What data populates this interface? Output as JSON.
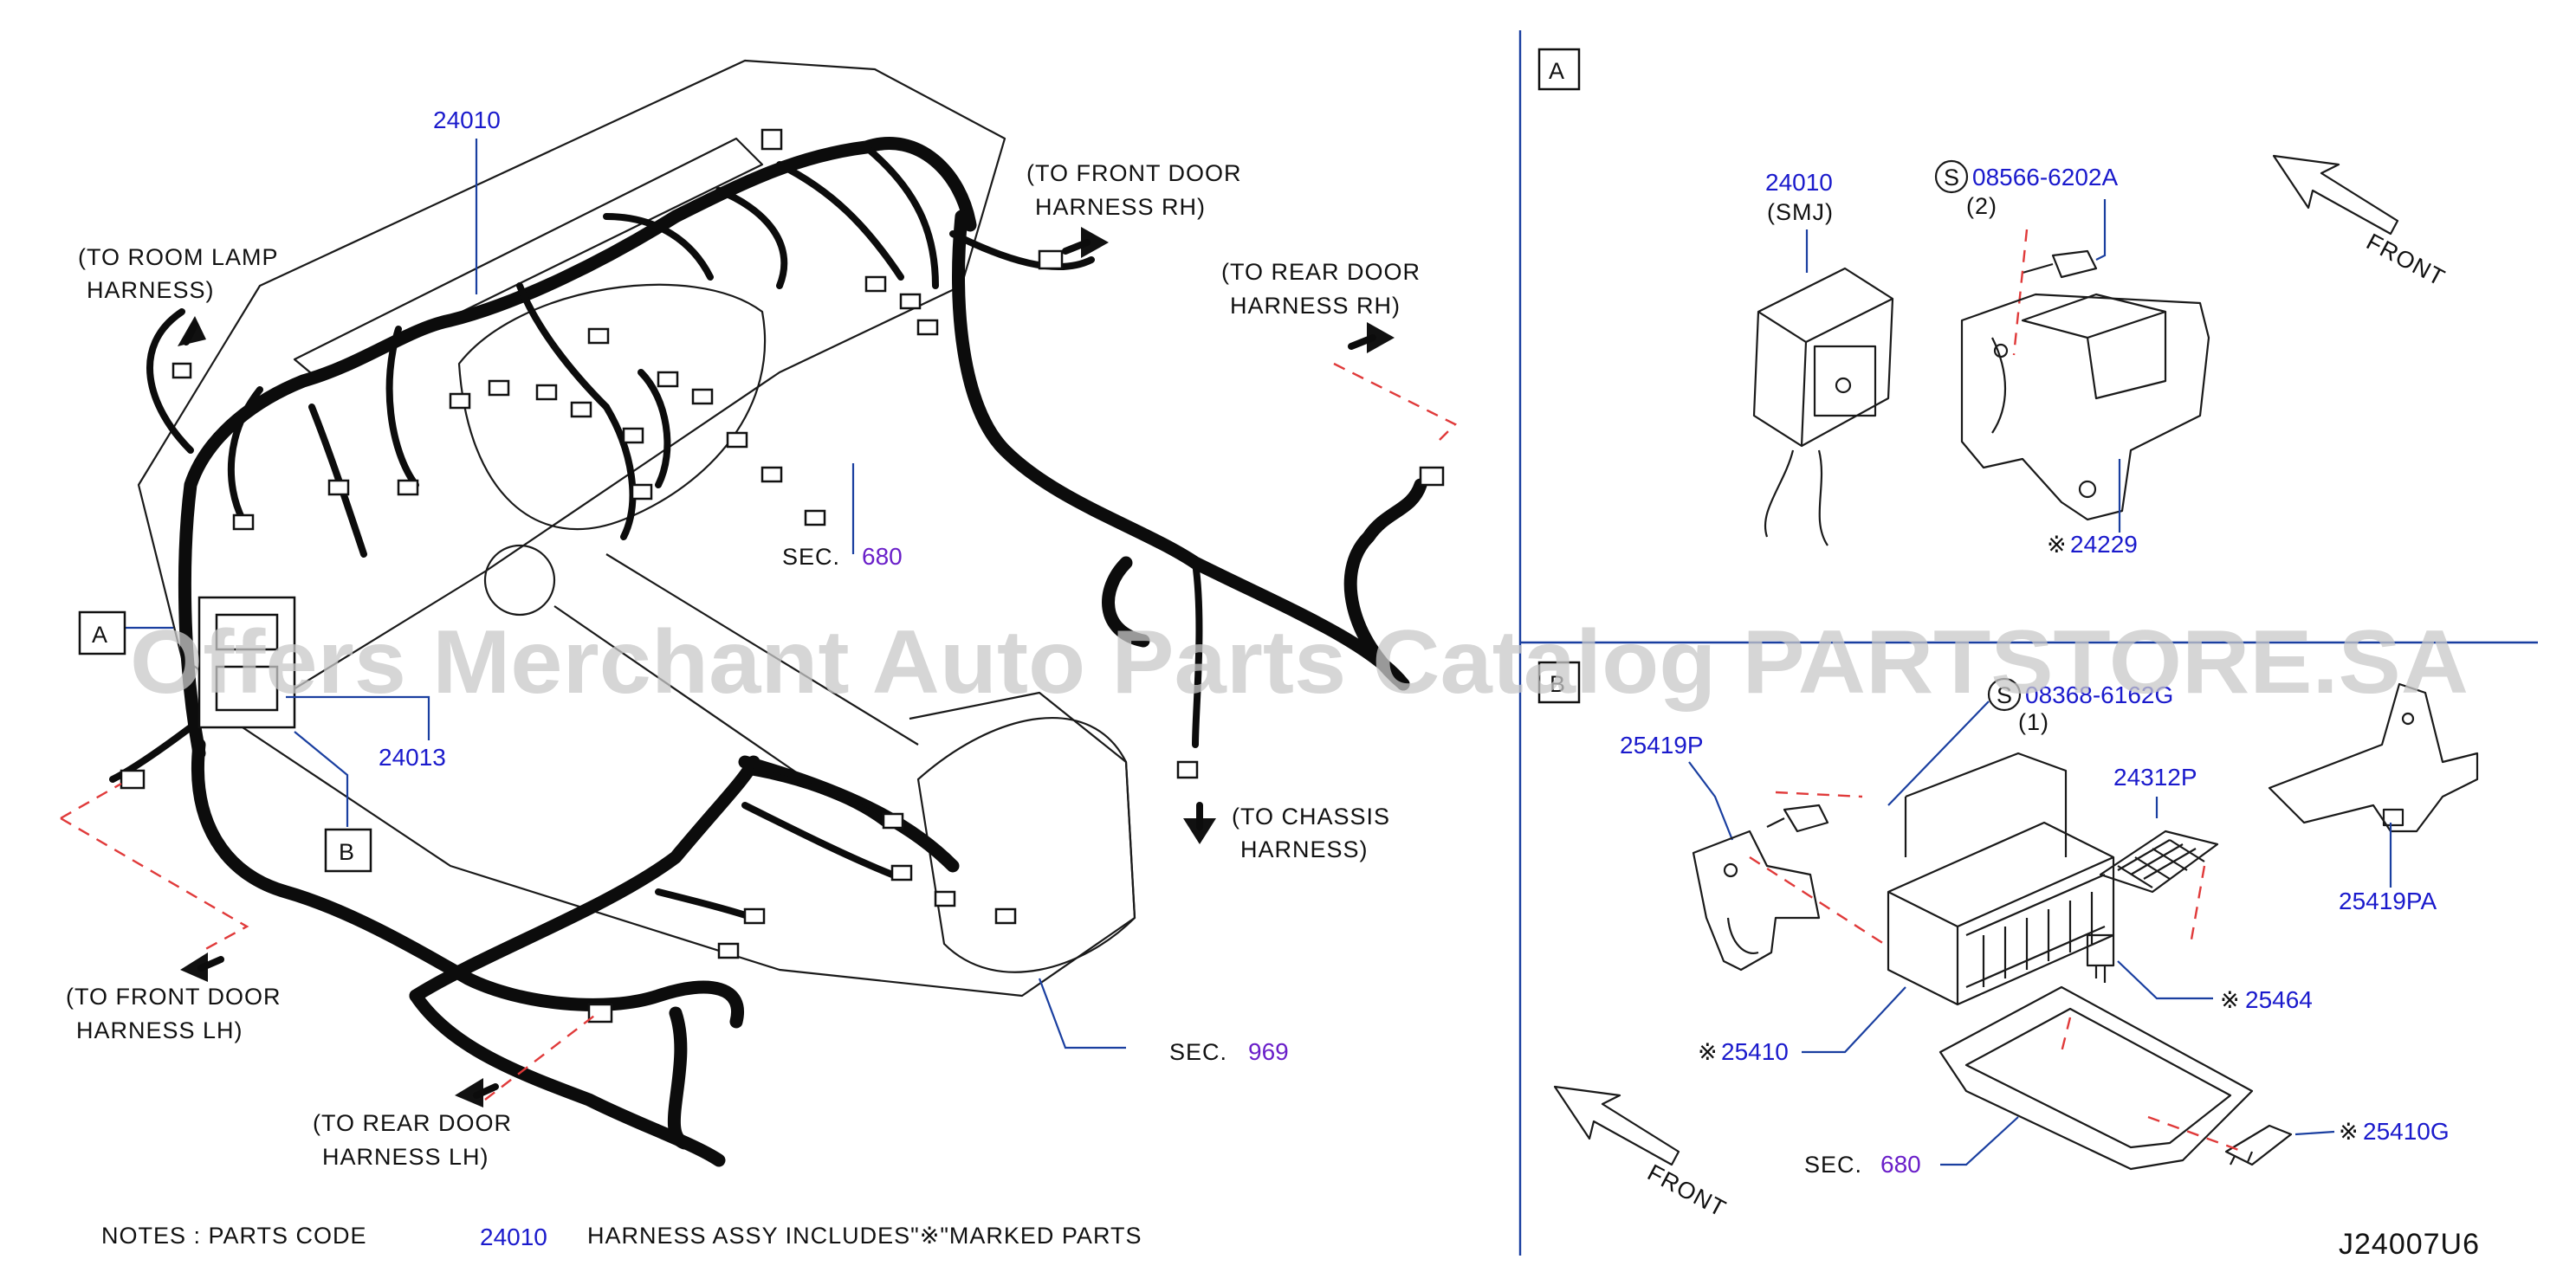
{
  "labels": {
    "part_24010_main": "24010",
    "to_room_lamp_1": "(TO  ROOM  LAMP",
    "to_room_lamp_2": "HARNESS)",
    "to_front_door_rh_1": "(TO  FRONT  DOOR",
    "to_front_door_rh_2": "HARNESS  RH)",
    "to_rear_door_rh_1": "(TO  REAR  DOOR",
    "to_rear_door_rh_2": "HARNESS  RH)",
    "sec_680_main_prefix": "SEC.",
    "sec_680_main_num": "680",
    "callout_a": "A",
    "callout_b": "B",
    "part_24013": "24013",
    "to_chassis_1": "(TO  CHASSIS",
    "to_chassis_2": "HARNESS)",
    "to_front_door_lh_1": "(TO  FRONT  DOOR",
    "to_front_door_lh_2": "HARNESS  LH)",
    "to_rear_door_lh_1": "(TO  REAR  DOOR",
    "to_rear_door_lh_2": "HARNESS  LH)",
    "sec_969_prefix": "SEC.",
    "sec_969_num": "969"
  },
  "notes": {
    "prefix": "NOTES  :  PARTS  CODE",
    "code": "24010",
    "suffix": "HARNESS  ASSY  INCLUDES\"※\"MARKED  PARTS"
  },
  "detail_a": {
    "tag": "A",
    "part_24010": "24010",
    "smj": "(SMJ)",
    "s_mark": "S",
    "bolt_code": "08566-6202A",
    "bolt_qty": "(2)",
    "front": "FRONT",
    "mark": "※",
    "part_24229": "24229"
  },
  "detail_b": {
    "tag": "B",
    "s_mark": "S",
    "bolt_code": "08368-6162G",
    "bolt_qty": "(1)",
    "part_25419p": "25419P",
    "part_24312p": "24312P",
    "part_25419pa": "25419PA",
    "mark_1": "※",
    "part_25464": "25464",
    "mark_2": "※",
    "part_25410": "25410",
    "front": "FRONT",
    "sec_prefix": "SEC.",
    "sec_num": "680",
    "mark_3": "※",
    "part_25410g": "25410G"
  },
  "diagram_code": "J24007U6",
  "watermark": "Offers Merchant Auto Parts Catalog PARTSTORE.SA",
  "colors": {
    "part_number": "#1a1acc",
    "section_number": "#6a1fc9",
    "divider": "#1a3fa0",
    "dashed_link": "#e03a3a",
    "watermark": "#c8c8c8"
  }
}
